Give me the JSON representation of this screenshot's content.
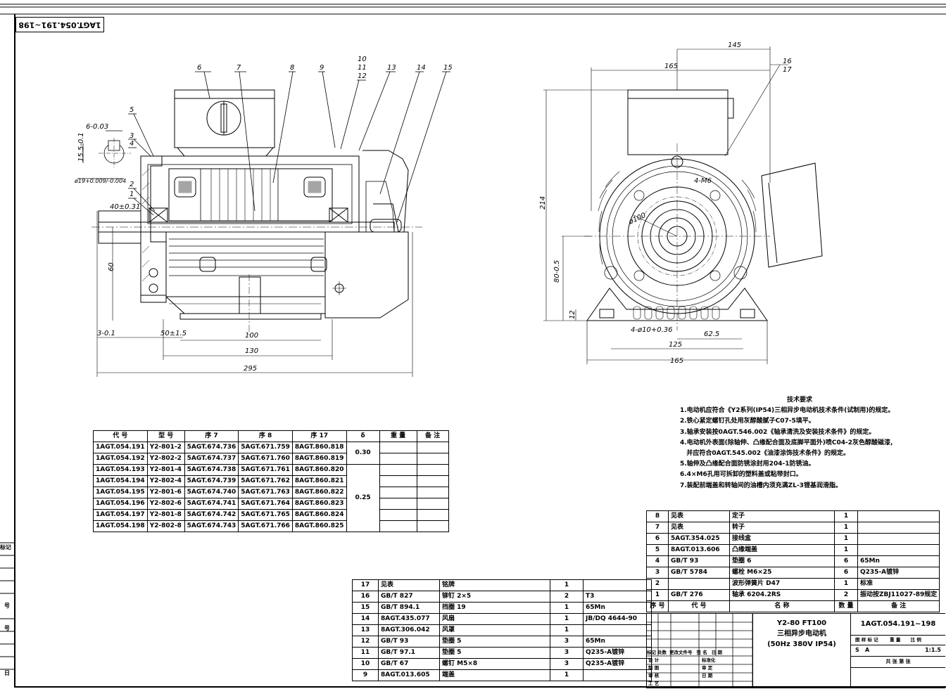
{
  "drawing_number_stamp": "1AGT.054.191~198",
  "part_balloons": [
    "1",
    "2",
    "3",
    "4",
    "5",
    "6",
    "7",
    "8",
    "9",
    "10",
    "11",
    "12",
    "13",
    "14",
    "15"
  ],
  "side_view_balloons": [
    "16",
    "17"
  ],
  "dims": {
    "key_width": "6-0.03",
    "shaft_key_depth": "15.5-0.1",
    "shaft_diameter": "ø19+0.009/-0.004",
    "shaft_extension": "40±0.31",
    "axis_height_left": "60",
    "flange_offset": "3-0.1",
    "foot_offset": "50±1.5",
    "foot_spacing_100": "100",
    "foot_length_130": "130",
    "overall_length": "295",
    "width_145": "145",
    "width_165_top": "165",
    "overall_height": "214",
    "axis_height": "80-0.5",
    "foot_height": "12",
    "pcd": "ø100",
    "flange_holes": "4-M6",
    "foot_holes": "4-ø10+0.36",
    "half_spacing": "62.5",
    "foot_spacing_125": "125",
    "foot_width_165": "165"
  },
  "notes": {
    "title": "技术要求",
    "items": [
      "1.电动机应符合《Y2系列(IP54)三相异步电动机技术条件(试制用)的规定。",
      "2.铁心紧定螺钉孔处用灰醇酸腻子C07-5填平。",
      "3.轴承安装按0AGT.546.002《轴承清洗及安装技术条件》的规定。",
      "4.电动机外表面(除轴伸、凸缘配合面及底脚平面外)喷C04-2灰色醇酸磁漆,",
      "   并应符合0AGT.545.002《油漆涂饰技术条件》的规定。",
      "5.轴伸及凸缘配合面防锈涂封用204-1防锈油。",
      "6.4×M6孔用可拆卸的塑料盖或粘带封口。",
      "7.装配前端盖和转轴间的油槽内须充满ZL-3锂基润滑脂。"
    ]
  },
  "variants": {
    "headers": [
      "代  号",
      "型  号",
      "序 7",
      "序 8",
      "序 17",
      "δ",
      "重 量",
      "备 注"
    ],
    "rows": [
      [
        "1AGT.054.191",
        "Y2-801-2",
        "5AGT.674.736",
        "5AGT.671.759",
        "8AGT.860.818"
      ],
      [
        "1AGT.054.192",
        "Y2-802-2",
        "5AGT.674.737",
        "5AGT.671.760",
        "8AGT.860.819"
      ],
      [
        "1AGT.054.193",
        "Y2-801-4",
        "5AGT.674.738",
        "5AGT.671.761",
        "8AGT.860.820"
      ],
      [
        "1AGT.054.194",
        "Y2-802-4",
        "5AGT.674.739",
        "5AGT.671.762",
        "8AGT.860.821"
      ],
      [
        "1AGT.054.195",
        "Y2-801-6",
        "5AGT.674.740",
        "5AGT.671.763",
        "8AGT.860.822"
      ],
      [
        "1AGT.054.196",
        "Y2-802-6",
        "5AGT.674.741",
        "5AGT.671.764",
        "8AGT.860.823"
      ],
      [
        "1AGT.054.197",
        "Y2-801-8",
        "5AGT.674.742",
        "5AGT.671.765",
        "8AGT.860.824"
      ],
      [
        "1AGT.054.198",
        "Y2-802-8",
        "5AGT.674.743",
        "5AGT.671.766",
        "8AGT.860.825"
      ]
    ],
    "delta_a": "0.30",
    "delta_b": "0.25"
  },
  "bom_lower": [
    [
      "17",
      "见表",
      "铭牌",
      "1",
      ""
    ],
    [
      "16",
      "GB/T 827",
      "铆钉 2×5",
      "2",
      "T3"
    ],
    [
      "15",
      "GB/T 894.1",
      "挡圈 19",
      "1",
      "65Mn"
    ],
    [
      "14",
      "8AGT.435.077",
      "风扇",
      "1",
      "JB/DQ 4644-90"
    ],
    [
      "13",
      "8AGT.306.042",
      "风罩",
      "1",
      ""
    ],
    [
      "12",
      "GB/T 93",
      "垫圈 5",
      "3",
      "65Mn"
    ],
    [
      "11",
      "GB/T 97.1",
      "垫圈 5",
      "3",
      "Q235-A镀锌"
    ],
    [
      "10",
      "GB/T 67",
      "螺钉 M5×8",
      "3",
      "Q235-A镀锌"
    ],
    [
      "9",
      "8AGT.013.605",
      "端盖",
      "1",
      ""
    ]
  ],
  "bom_upper": [
    [
      "8",
      "见表",
      "定子",
      "1",
      ""
    ],
    [
      "7",
      "见表",
      "转子",
      "1",
      ""
    ],
    [
      "6",
      "5AGT.354.025",
      "接线盒",
      "1",
      ""
    ],
    [
      "5",
      "8AGT.013.606",
      "凸缘端盖",
      "1",
      ""
    ],
    [
      "4",
      "GB/T 93",
      "垫圈 6",
      "6",
      "65Mn"
    ],
    [
      "3",
      "GB/T 5784",
      "螺栓 M6×25",
      "6",
      "Q235-A镀锌"
    ],
    [
      "2",
      "",
      "波形弹簧片 D47",
      "1",
      "标准"
    ],
    [
      "1",
      "GB/T 276",
      "轴承 6204.2RS",
      "2",
      "振动按ZBJ11027-89规定"
    ]
  ],
  "bom_header": [
    "序 号",
    "代  号",
    "名  称",
    "数 量",
    "备  注"
  ],
  "title_block": {
    "model": "Y2-80 FT100",
    "name": "三相异步电动机",
    "spec": "(50Hz 380V IP54)",
    "drawing_no": "1AGT.054.191~198",
    "stage_label": "图 样 标 记",
    "weight_label": "重 量",
    "scale_label": "比 例",
    "stage_s": "S",
    "stage_a": "A",
    "scale": "1:1.5",
    "sheets": "共    张    第    张",
    "rev_labels": [
      "标记",
      "处数",
      "更改文件号",
      "签 名",
      "日 期"
    ],
    "sign_rows": [
      "设 计",
      "制 图",
      "审 核",
      "工 艺"
    ],
    "sign_mid": [
      "标准化",
      "审 定",
      "",
      "日 期"
    ]
  },
  "left_edge_fragments": [
    "标记",
    "号",
    "号",
    "日"
  ]
}
